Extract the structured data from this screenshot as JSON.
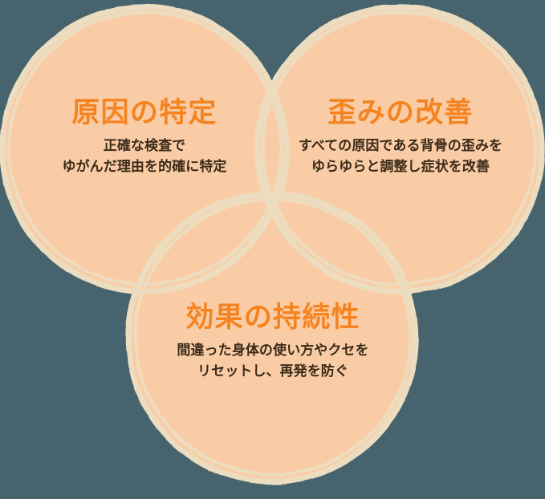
{
  "diagram": {
    "type": "venn-three-circle",
    "background_color": "#47646e",
    "circle_fill_color": "#f9cca6",
    "circle_stroke_color": "#ecdcc0",
    "title_color": "#f5831f",
    "description_color": "#3b2a18",
    "circles": [
      {
        "id": "cause",
        "position": "top-left",
        "title": "原因の特定",
        "description_lines": [
          "正確な検査で",
          "ゆがんだ理由を的確に特定"
        ]
      },
      {
        "id": "distortion",
        "position": "top-right",
        "title": "歪みの改善",
        "description_lines": [
          "すべての原因である背骨の歪みを",
          "ゆらゆらと調整し症状を改善"
        ]
      },
      {
        "id": "duration",
        "position": "bottom-center",
        "title": "効果の持続性",
        "description_lines": [
          "間違った身体の使い方やクセを",
          "リセットし、再発を防ぐ"
        ]
      }
    ]
  }
}
